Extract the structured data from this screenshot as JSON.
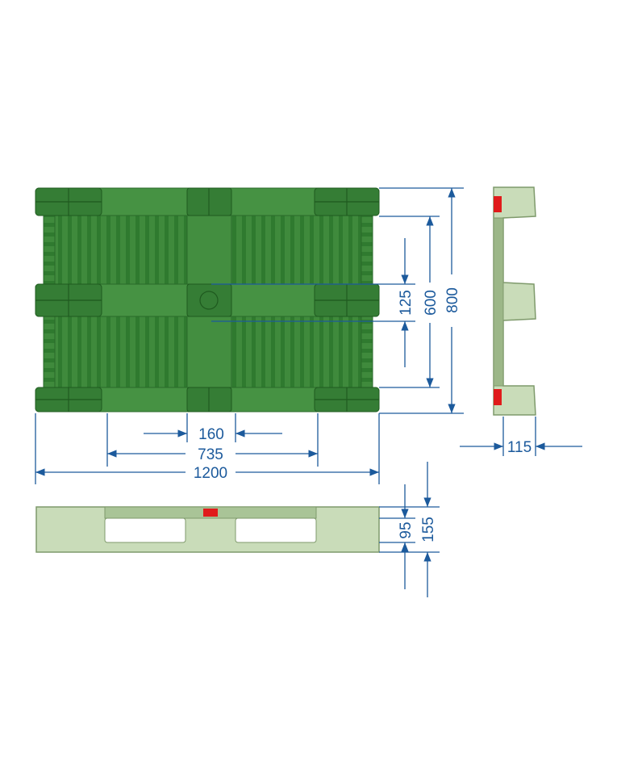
{
  "colors": {
    "pallet_green": "#3f8a3c",
    "pallet_green_dark": "#2a6a2a",
    "pallet_green_light": "#5aa352",
    "side_view_fill": "#c9dcb9",
    "side_view_stroke": "#7f9a6c",
    "marker_red": "#e01b1b",
    "dimension_blue": "#1c5a9c",
    "background": "#ffffff"
  },
  "dimensions": {
    "width_1200": "1200",
    "width_735": "735",
    "width_160": "160",
    "depth_800": "800",
    "depth_600": "600",
    "depth_125": "125",
    "side_115": "115",
    "height_155": "155",
    "height_95": "95"
  },
  "views": {
    "top": "top-view-pallet",
    "side": "side-view-pallet",
    "front": "front-view-pallet"
  }
}
